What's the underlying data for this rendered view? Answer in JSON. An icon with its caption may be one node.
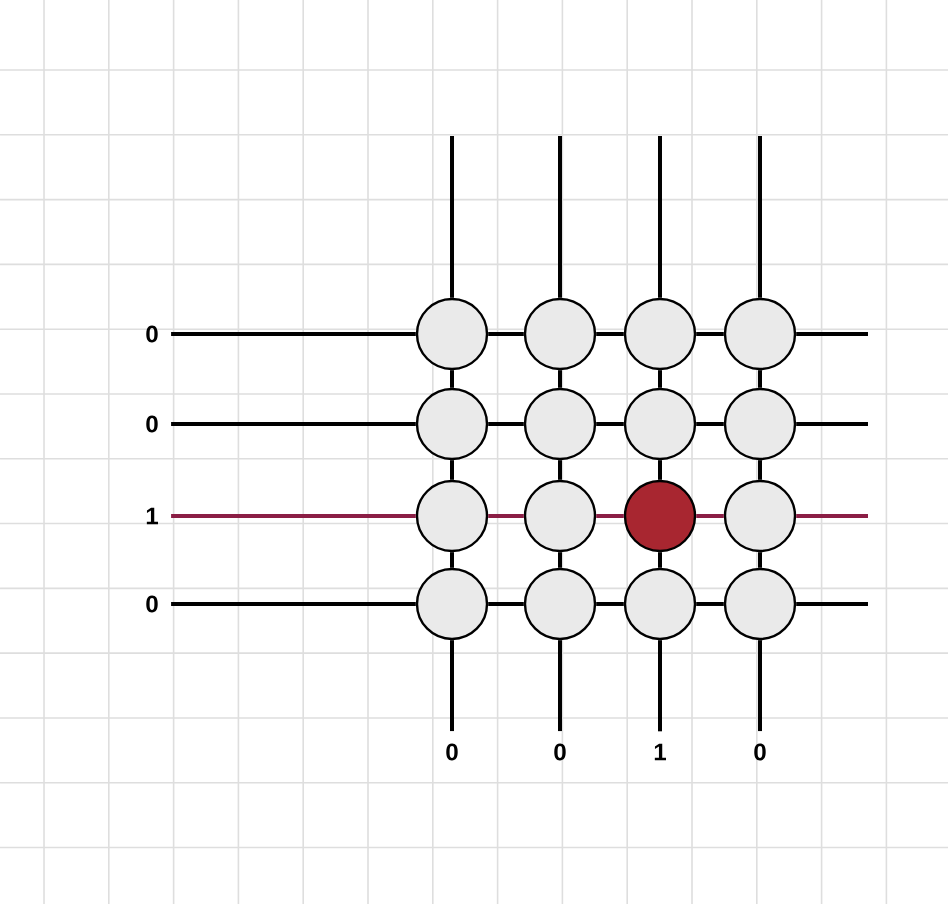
{
  "diagram": {
    "nodes": [
      {
        "text": [],
        "shape": "circle"
      },
      {
        "text": [],
        "shape": "circle"
      },
      {
        "text": [],
        "shape": "circle"
      },
      {
        "text": [],
        "shape": "circle"
      },
      {
        "text": [],
        "shape": "circle"
      },
      {
        "text": [],
        "shape": "circle"
      },
      {
        "text": [],
        "shape": "circle"
      },
      {
        "text": [],
        "shape": "circle"
      },
      {
        "text": [],
        "shape": "circle"
      },
      {
        "text": [],
        "shape": "circle"
      },
      {
        "text": [],
        "shape": "circle"
      },
      {
        "text": [],
        "shape": "circle"
      },
      {
        "text": [],
        "shape": "circle"
      },
      {
        "text": [],
        "shape": "circle"
      },
      {
        "text": [],
        "shape": "circle"
      },
      {
        "text": [],
        "shape": "circle"
      },
      {
        "text": [
          "0"
        ]
      },
      {
        "text": [
          "0"
        ]
      },
      {
        "text": [
          "1"
        ]
      },
      {
        "text": [
          "0"
        ]
      },
      {
        "text": [
          "0"
        ]
      },
      {
        "text": [
          "0"
        ]
      },
      {
        "text": [
          "1"
        ]
      },
      {
        "text": [
          "0"
        ]
      }
    ],
    "edges": [
      {
        "from": 16,
        "to": 0,
        "arrow": "none"
      },
      {
        "from": 0,
        "to": 1,
        "arrow": "none"
      },
      {
        "from": 1,
        "to": 2,
        "arrow": "none"
      },
      {
        "from": 2,
        "to": 3,
        "arrow": "none"
      },
      {
        "from": 3,
        "to": null,
        "arrow": "none"
      },
      {
        "from": 17,
        "to": 4,
        "arrow": "none"
      },
      {
        "from": 4,
        "to": 5,
        "arrow": "none"
      },
      {
        "from": 5,
        "to": 6,
        "arrow": "none"
      },
      {
        "from": 6,
        "to": 7,
        "arrow": "none"
      },
      {
        "from": 7,
        "to": null,
        "arrow": "none"
      },
      {
        "from": 18,
        "to": 8,
        "arrow": "none",
        "color": "#8b1e45"
      },
      {
        "from": 8,
        "to": 9,
        "arrow": "none",
        "color": "#8b1e45"
      },
      {
        "from": 9,
        "to": 10,
        "arrow": "none",
        "color": "#8b1e45"
      },
      {
        "from": 10,
        "to": 11,
        "arrow": "none",
        "color": "#8b1e45"
      },
      {
        "from": 11,
        "to": null,
        "arrow": "none",
        "color": "#8b1e45"
      },
      {
        "from": 19,
        "to": 12,
        "arrow": "none"
      },
      {
        "from": 12,
        "to": 13,
        "arrow": "none"
      },
      {
        "from": 13,
        "to": 14,
        "arrow": "none"
      },
      {
        "from": 14,
        "to": 15,
        "arrow": "none"
      },
      {
        "from": 15,
        "to": null,
        "arrow": "none"
      },
      {
        "from": null,
        "to": 0,
        "arrow": "none"
      },
      {
        "from": 0,
        "to": 4,
        "arrow": "none"
      },
      {
        "from": 4,
        "to": 8,
        "arrow": "none"
      },
      {
        "from": 8,
        "to": 12,
        "arrow": "none"
      },
      {
        "from": 12,
        "to": 20,
        "arrow": "none"
      },
      {
        "from": null,
        "to": 1,
        "arrow": "none"
      },
      {
        "from": 1,
        "to": 5,
        "arrow": "none"
      },
      {
        "from": 5,
        "to": 9,
        "arrow": "none"
      },
      {
        "from": 9,
        "to": 13,
        "arrow": "none"
      },
      {
        "from": 13,
        "to": 21,
        "arrow": "none"
      },
      {
        "from": null,
        "to": 2,
        "arrow": "none"
      },
      {
        "from": 2,
        "to": 6,
        "arrow": "none"
      },
      {
        "from": 6,
        "to": 10,
        "arrow": "none"
      },
      {
        "from": 10,
        "to": 14,
        "arrow": "none"
      },
      {
        "from": 14,
        "to": 22,
        "arrow": "none"
      },
      {
        "from": null,
        "to": 3,
        "arrow": "none"
      },
      {
        "from": 3,
        "to": 7,
        "arrow": "none"
      },
      {
        "from": 7,
        "to": 11,
        "arrow": "none"
      },
      {
        "from": 11,
        "to": 15,
        "arrow": "none"
      },
      {
        "from": 15,
        "to": 23,
        "arrow": "none"
      }
    ]
  }
}
